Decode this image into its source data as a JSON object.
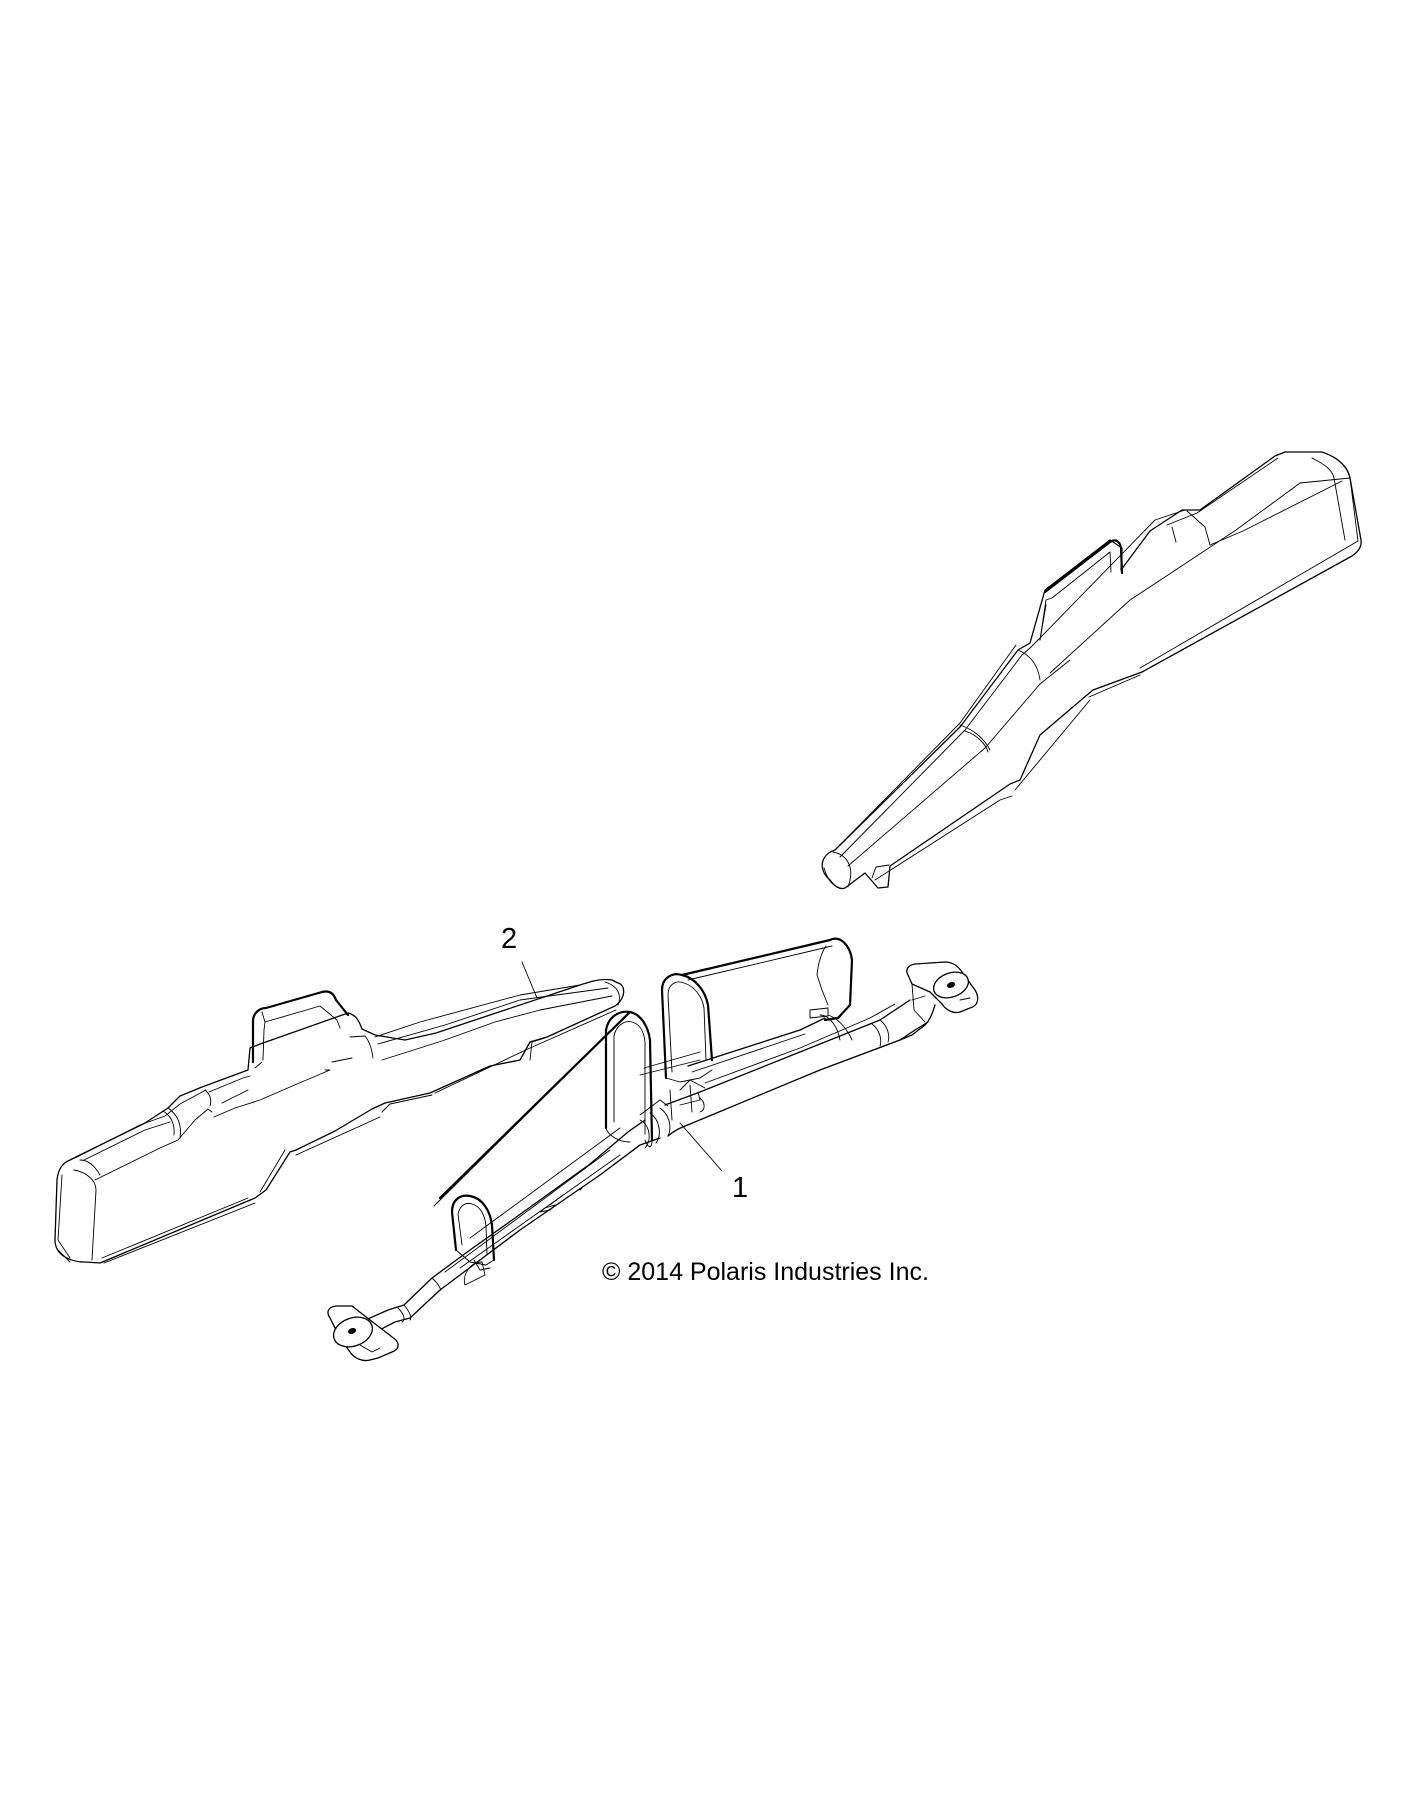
{
  "diagram": {
    "type": "exploded parts illustration",
    "callouts": [
      {
        "id": "1",
        "label": "1",
        "part": "rack frame"
      },
      {
        "id": "2",
        "label": "2",
        "part": "gun case"
      }
    ],
    "copyright": "© 2014 Polaris Industries Inc.",
    "colors": {
      "line": "#000000",
      "background": "#ffffff"
    }
  }
}
